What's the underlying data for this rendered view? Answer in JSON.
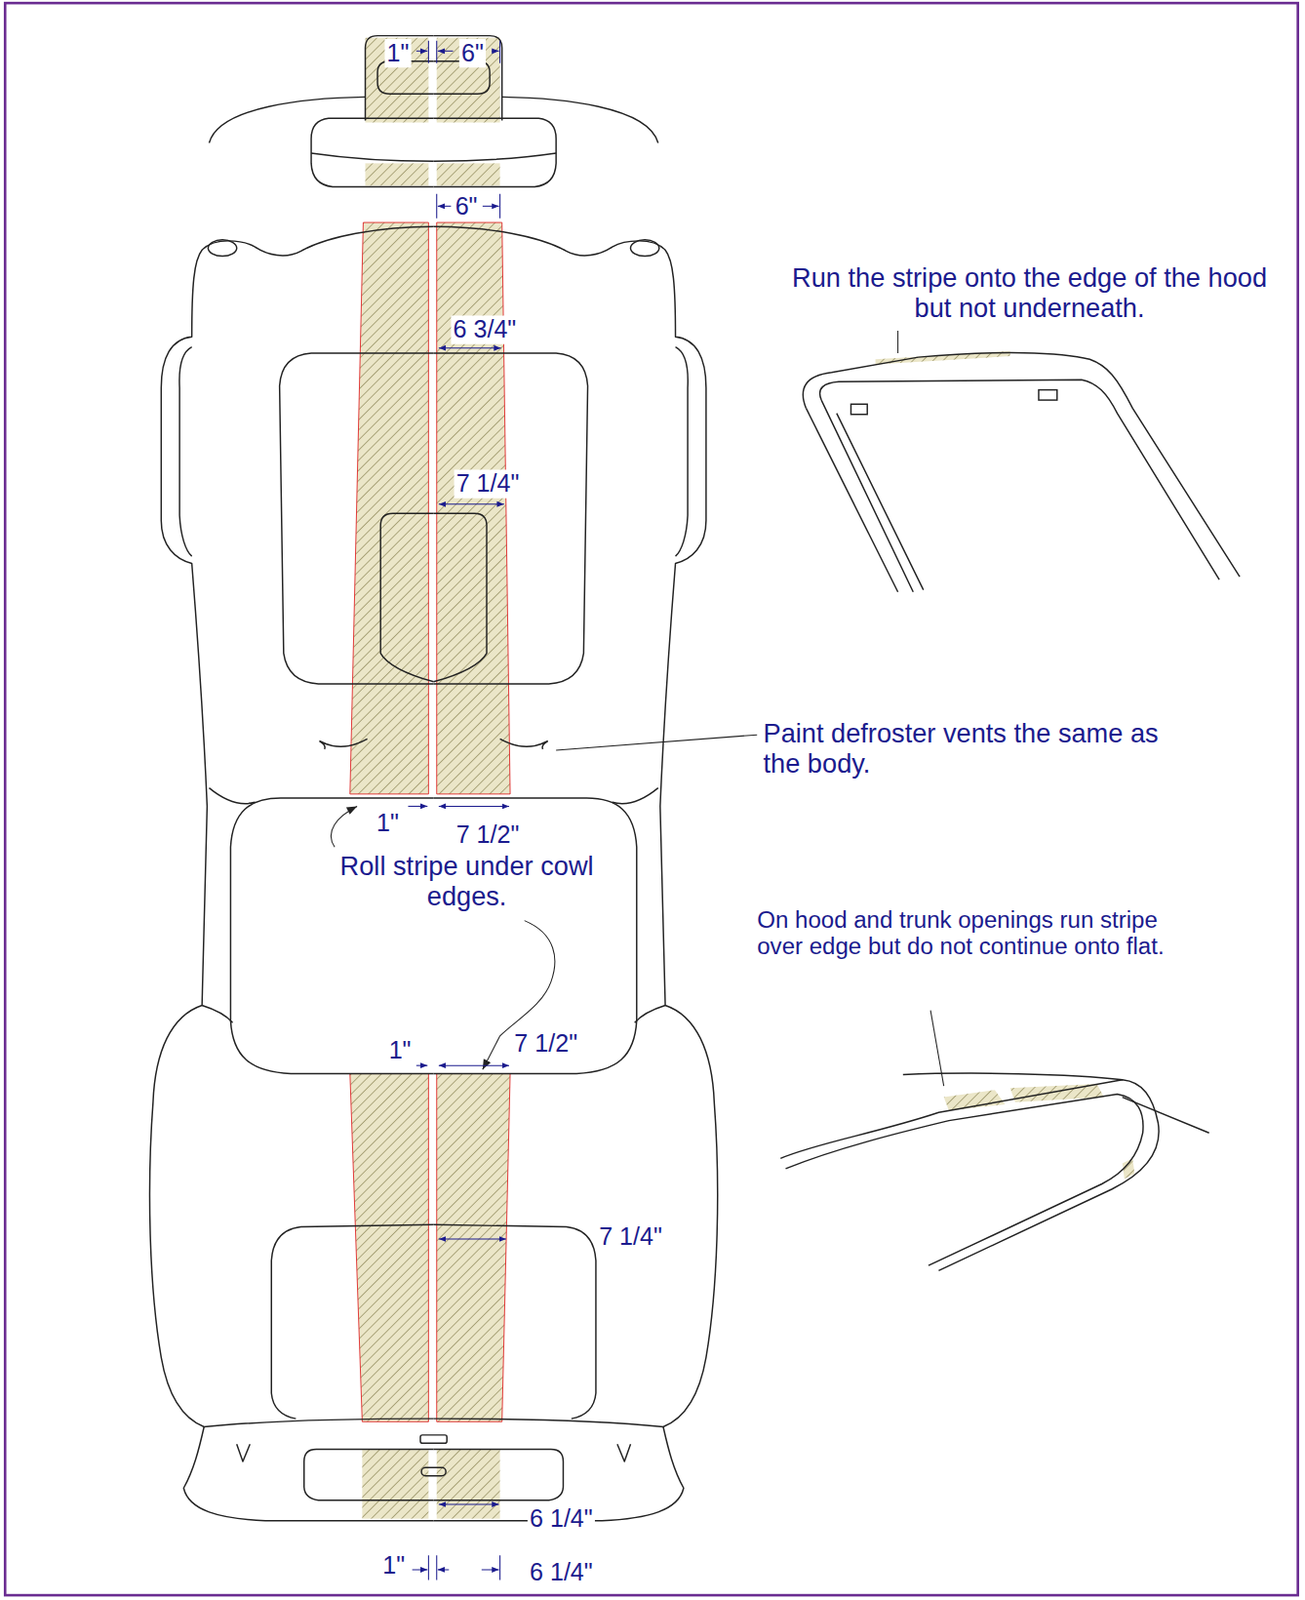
{
  "diagram": {
    "labels": [
      "1\"",
      "6\"",
      "6\"",
      "Run the stripe onto the edge of the hood but not underneath.",
      "6 3/4\"",
      "7 1/4\"",
      "Paint defroster vents the same as the body.",
      "1\"",
      "7 1/2\"",
      "Roll stripe under cowl edges.",
      "On hood and trunk openings run stripe over edge but do not continue onto flat.",
      "1\"",
      "7 1/2\"",
      "7 1/4\"",
      "6 1/4\"",
      "1\"",
      "6 1/4\""
    ]
  }
}
